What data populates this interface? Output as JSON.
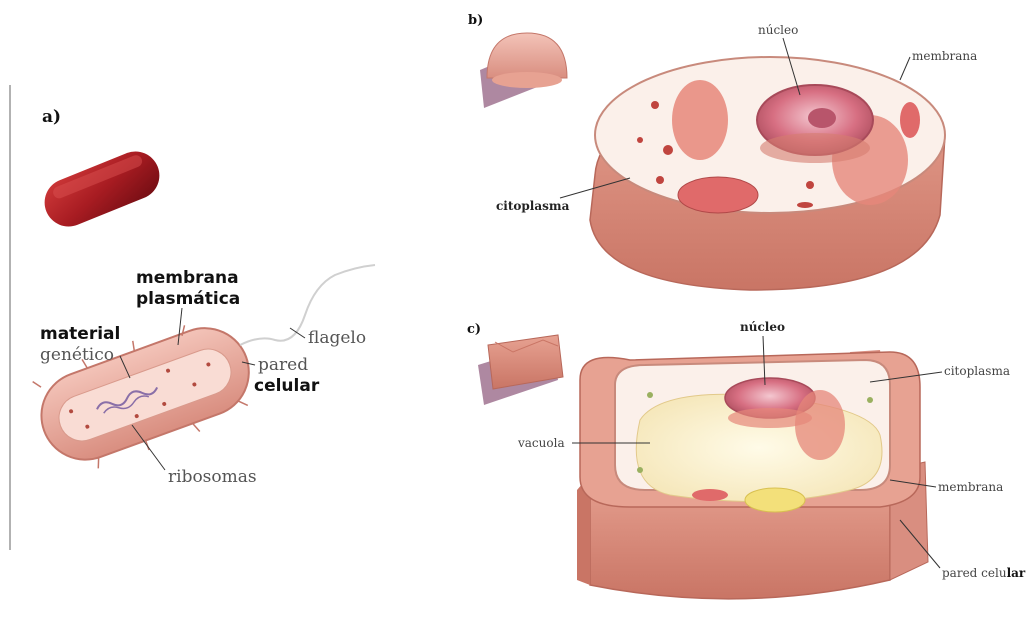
{
  "panels": {
    "a": {
      "letter": "a)",
      "labels": {
        "membrana_1": "membrana",
        "membrana_2": "plasmática",
        "material_1": "material",
        "material_2": "genético",
        "flagelo": "flagelo",
        "pared_1": "pared",
        "pared_2": "celular",
        "ribosomas": "ribosomas"
      }
    },
    "b": {
      "letter": "b)",
      "labels": {
        "nucleo": "núcleo",
        "membrana": "membrana",
        "citoplasma": "citoplasma"
      }
    },
    "c": {
      "letter": "c)",
      "labels": {
        "nucleo": "núcleo",
        "citoplasma": "citoplasma",
        "vacuola": "vacuola",
        "membrana": "membrana",
        "pared_a": "pared celu",
        "pared_b": "lar"
      }
    }
  },
  "colors": {
    "cell_pink": "#e9a89a",
    "cell_dark": "#c9675a",
    "nucleus": "#d96f7e",
    "bacterium_red": "#a81c22",
    "vacuole": "#fbf3d6",
    "plate": "#9a6a8a"
  }
}
